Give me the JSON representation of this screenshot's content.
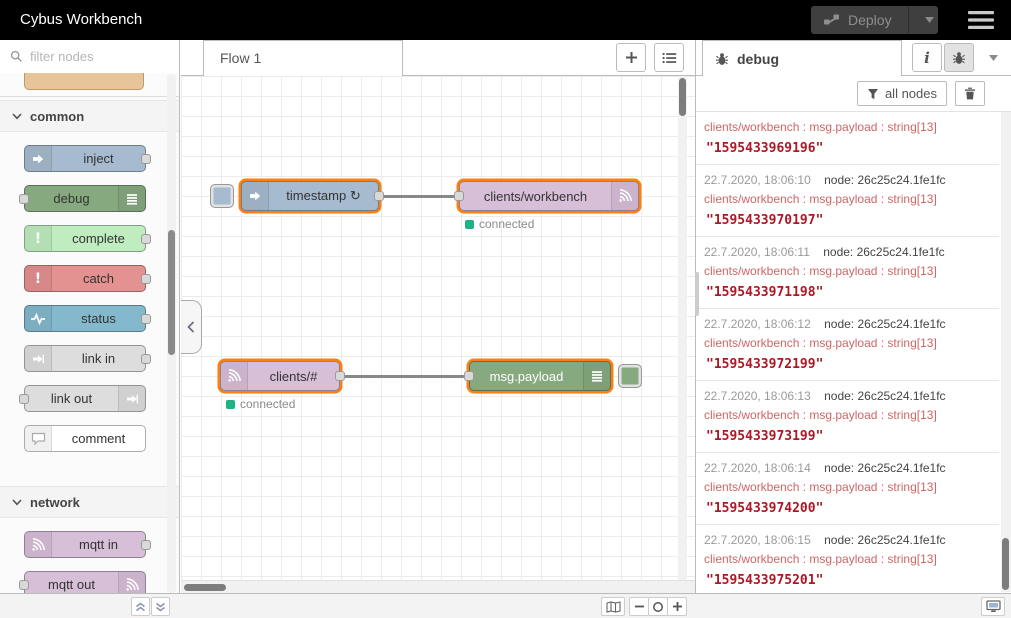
{
  "header": {
    "title": "Cybus Workbench",
    "deploy_label": "Deploy"
  },
  "icons": {
    "menu": "hamburger-menu-icon",
    "deploy": "deploy-icon",
    "caret": "caret-down-icon",
    "search": "search-icon",
    "chevron": "chevron-down-icon",
    "plus": "plus-icon",
    "tab_list": "list-menu-icon",
    "info": "info-icon",
    "bug": "bug-icon",
    "funnel": "funnel-icon",
    "trash": "trash-icon",
    "map": "map-icon",
    "zoom_out": "zoom-out-icon",
    "zoom_reset": "zoom-reset-icon",
    "zoom_in": "zoom-in-icon",
    "monitor": "monitor-icon",
    "collapse_left": "chevron-left-icon",
    "up": "double-chevron-up-icon",
    "down": "double-chevron-down-icon"
  },
  "colors": {
    "selected_outline": "#ff7f0e",
    "connected_dot": "#1fb287",
    "wire": "#888888",
    "header_bg": "#000000"
  },
  "palette": {
    "filter_placeholder": "filter nodes",
    "sections": [
      {
        "label": "common",
        "items": [
          {
            "label": "inject",
            "color": "#a6bbcf",
            "icon": "inject-arrow-icon",
            "icon_side": "left",
            "port": "out"
          },
          {
            "label": "debug",
            "color": "#87a980",
            "icon": "list-bars-icon",
            "icon_side": "right",
            "port": "in"
          },
          {
            "label": "complete",
            "color": "#c0edc0",
            "icon": "exclamation-icon",
            "icon_side": "left",
            "port": "out"
          },
          {
            "label": "catch",
            "color": "#e49191",
            "icon": "exclamation-icon",
            "icon_side": "left",
            "port": "out"
          },
          {
            "label": "status",
            "color": "#84b8cc",
            "icon": "pulse-icon",
            "icon_side": "left",
            "port": "out"
          },
          {
            "label": "link in",
            "color": "#dddddd",
            "icon": "link-icon",
            "icon_side": "left",
            "port": "out"
          },
          {
            "label": "link out",
            "color": "#dddddd",
            "icon": "link-icon",
            "icon_side": "right",
            "port": "in"
          },
          {
            "label": "comment",
            "color": "#ffffff",
            "icon": "comment-icon",
            "icon_side": "left",
            "port": "none"
          }
        ]
      },
      {
        "label": "network",
        "items": [
          {
            "label": "mqtt in",
            "color": "#d8bfd8",
            "icon": "wifi-icon",
            "icon_side": "left",
            "port": "out"
          },
          {
            "label": "mqtt out",
            "color": "#d8bfd8",
            "icon": "wifi-icon",
            "icon_side": "right",
            "port": "in"
          }
        ]
      }
    ]
  },
  "workspace": {
    "tabs": [
      {
        "label": "Flow 1"
      }
    ],
    "nodes": [
      {
        "id": "inject",
        "label": "timestamp ↻",
        "color": "#a6bbcf",
        "icon": "inject-arrow-icon",
        "icon_side": "left",
        "port": "out",
        "button": "left",
        "selected": true
      },
      {
        "id": "mqttout",
        "label": "clients/workbench",
        "color": "#d8bfd8",
        "icon": "wifi-icon",
        "icon_side": "right",
        "port": "in",
        "selected": true,
        "status": "connected"
      },
      {
        "id": "mqttin",
        "label": "clients/#",
        "color": "#d8bfd8",
        "icon": "wifi-icon",
        "icon_side": "left",
        "port": "out",
        "selected": true,
        "status": "connected"
      },
      {
        "id": "debug",
        "label": "msg.payload",
        "color": "#87a980",
        "icon": "list-bars-icon",
        "icon_side": "right",
        "port": "in",
        "button": "right",
        "selected": true,
        "label_color": "#ffffff"
      }
    ]
  },
  "debug_panel": {
    "tab_label": "debug",
    "filter_label": "all nodes",
    "messages": [
      {
        "date": "",
        "node": "",
        "topic": "clients/workbench : msg.payload : string[13]",
        "payload": "\"1595433969196\""
      },
      {
        "date": "22.7.2020, 18:06:10",
        "node": "node: 26c25c24.1fe1fc",
        "topic": "clients/workbench : msg.payload : string[13]",
        "payload": "\"1595433970197\""
      },
      {
        "date": "22.7.2020, 18:06:11",
        "node": "node: 26c25c24.1fe1fc",
        "topic": "clients/workbench : msg.payload : string[13]",
        "payload": "\"1595433971198\""
      },
      {
        "date": "22.7.2020, 18:06:12",
        "node": "node: 26c25c24.1fe1fc",
        "topic": "clients/workbench : msg.payload : string[13]",
        "payload": "\"1595433972199\""
      },
      {
        "date": "22.7.2020, 18:06:13",
        "node": "node: 26c25c24.1fe1fc",
        "topic": "clients/workbench : msg.payload : string[13]",
        "payload": "\"1595433973199\""
      },
      {
        "date": "22.7.2020, 18:06:14",
        "node": "node: 26c25c24.1fe1fc",
        "topic": "clients/workbench : msg.payload : string[13]",
        "payload": "\"1595433974200\""
      },
      {
        "date": "22.7.2020, 18:06:15",
        "node": "node: 26c25c24.1fe1fc",
        "topic": "clients/workbench : msg.payload : string[13]",
        "payload": "\"1595433975201\""
      }
    ]
  }
}
